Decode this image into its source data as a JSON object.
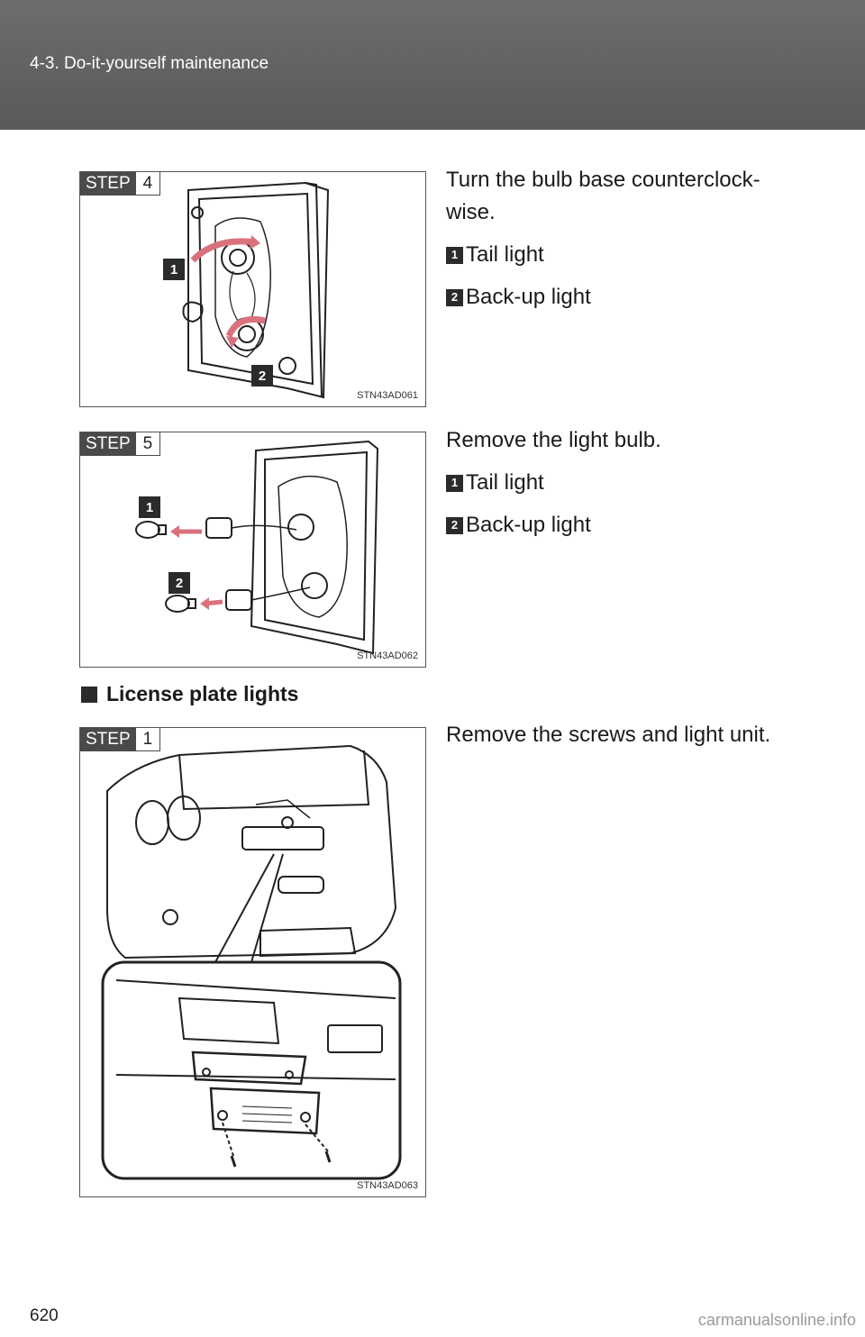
{
  "header": {
    "title": "4-3. Do-it-yourself maintenance"
  },
  "figures": [
    {
      "step_word": "STEP",
      "step_num": "4",
      "code": "STN43AD061",
      "callouts": [
        "1",
        "2"
      ],
      "description": "Turn the bulb base counterclock-wise.",
      "items": [
        {
          "num": "1",
          "label": "Tail light"
        },
        {
          "num": "2",
          "label": "Back-up light"
        }
      ]
    },
    {
      "step_word": "STEP",
      "step_num": "5",
      "code": "STN43AD062",
      "callouts": [
        "1",
        "2"
      ],
      "description": "Remove the light bulb.",
      "items": [
        {
          "num": "1",
          "label": "Tail light"
        },
        {
          "num": "2",
          "label": "Back-up light"
        }
      ]
    },
    {
      "step_word": "STEP",
      "step_num": "1",
      "code": "STN43AD063",
      "description": "Remove the screws and light unit."
    }
  ],
  "section": {
    "title": "License plate lights"
  },
  "page_number": "620",
  "watermark": "carmanualsonline.info"
}
